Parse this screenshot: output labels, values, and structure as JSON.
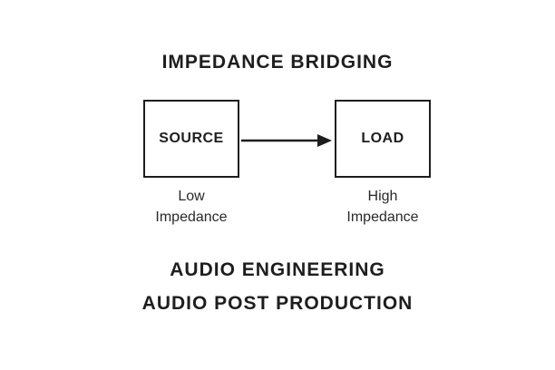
{
  "diagram": {
    "title": "IMPEDANCE BRIDGING",
    "source": {
      "label": "SOURCE",
      "caption_line1": "Low",
      "caption_line2": "Impedance"
    },
    "load": {
      "label": "LOAD",
      "caption_line1": "High",
      "caption_line2": "Impedance"
    },
    "arrow": {
      "from": "SOURCE",
      "to": "LOAD"
    }
  },
  "footer": {
    "line1": "AUDIO ENGINEERING",
    "line2": "AUDIO POST PRODUCTION"
  },
  "colors": {
    "ink": "#1e1e1e",
    "background": "#ffffff"
  }
}
